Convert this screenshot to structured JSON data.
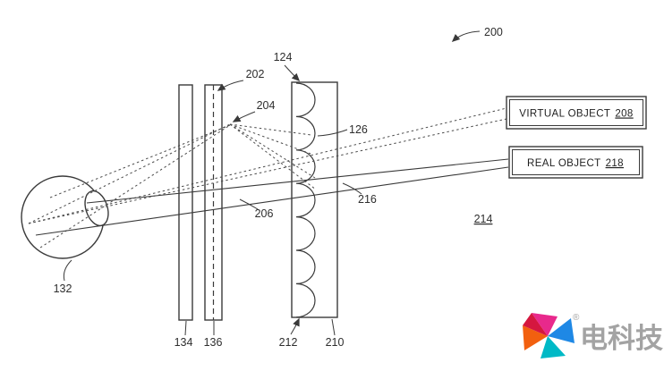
{
  "figure": {
    "refs": {
      "r200": "200",
      "r124": "124",
      "r202": "202",
      "r204": "204",
      "r126": "126",
      "r216": "216",
      "r206": "206",
      "r214": "214",
      "r132": "132",
      "r134": "134",
      "r136": "136",
      "r212": "212",
      "r210": "210"
    },
    "boxes": {
      "virtual_object": {
        "label": "VIRTUAL OBJECT",
        "num": "208"
      },
      "real_object": {
        "label": "REAL OBJECT",
        "num": "218"
      }
    },
    "watermark": {
      "text": "电科技",
      "reg": "®"
    },
    "colors": {
      "wm_pink": "#e8298c",
      "wm_blue": "#1e88e5",
      "wm_teal": "#00b9c6",
      "wm_orange": "#f2600f",
      "wm_red": "#d5173f",
      "wm_text": "#a3a3a3"
    }
  }
}
